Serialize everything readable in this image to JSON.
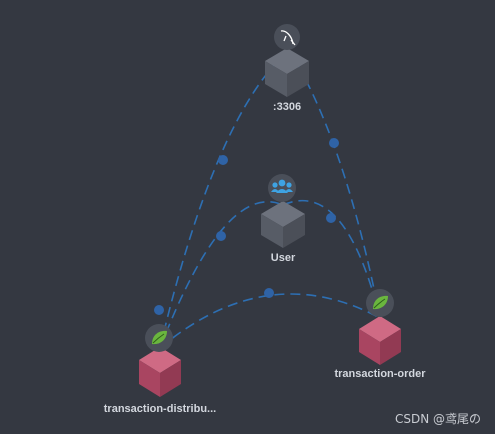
{
  "nodes": [
    {
      "id": "db",
      "label": ":3306",
      "icon": "mysql-dolphin-icon",
      "color": "#5b606b"
    },
    {
      "id": "user",
      "label": "User",
      "icon": "users-icon",
      "color": "#5b606b"
    },
    {
      "id": "distrib",
      "label": "transaction-distribu...",
      "icon": "spring-leaf-icon",
      "color": "#b8506a"
    },
    {
      "id": "order",
      "label": "transaction-order",
      "icon": "spring-leaf-icon",
      "color": "#b8506a"
    }
  ],
  "edges": [
    {
      "from": "distrib",
      "to": "db"
    },
    {
      "from": "order",
      "to": "db"
    },
    {
      "from": "distrib",
      "to": "order"
    },
    {
      "from": "distrib",
      "to": "user"
    },
    {
      "from": "user",
      "to": "order"
    }
  ],
  "colors": {
    "background": "#343841",
    "edge": "#2d6fb3",
    "edge_dot": "#2f63a6",
    "icon_bg": "#4a4f59"
  },
  "watermark": "CSDN @鸢尾の"
}
